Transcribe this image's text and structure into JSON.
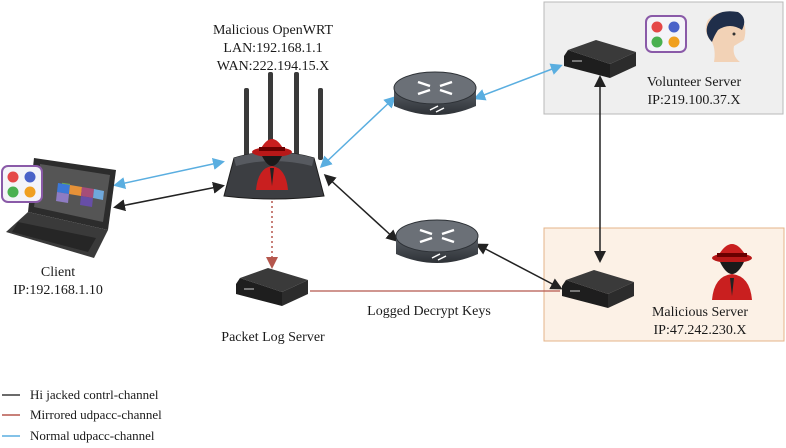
{
  "router": {
    "title": "Malicious OpenWRT",
    "lan": "LAN:192.168.1.1",
    "wan": "WAN:222.194.15.X"
  },
  "client": {
    "title": "Client",
    "ip": "IP:192.168.1.10"
  },
  "volunteer": {
    "title": "Volunteer Server",
    "ip": "IP:219.100.37.X"
  },
  "malicious_server": {
    "title": "Malicious Server",
    "ip": "IP:47.242.230.X"
  },
  "packet_log": {
    "title": "Packet Log Server"
  },
  "edge_label": "Logged Decrypt Keys",
  "legend": [
    {
      "label": "Hi jacked contrl-channel",
      "color": "#3a3a3a"
    },
    {
      "label": "Mirrored udpacc-channel",
      "color": "#b5574d"
    },
    {
      "label": "Normal udpacc-channel",
      "color": "#5aaee0"
    }
  ],
  "colors": {
    "black_line": "#222222",
    "red_line": "#b5574d",
    "blue_line": "#5aaee0",
    "volunteer_bg": "#efefef",
    "malicious_bg": "#fcf1e6",
    "malicious_border": "#e4b48a"
  }
}
